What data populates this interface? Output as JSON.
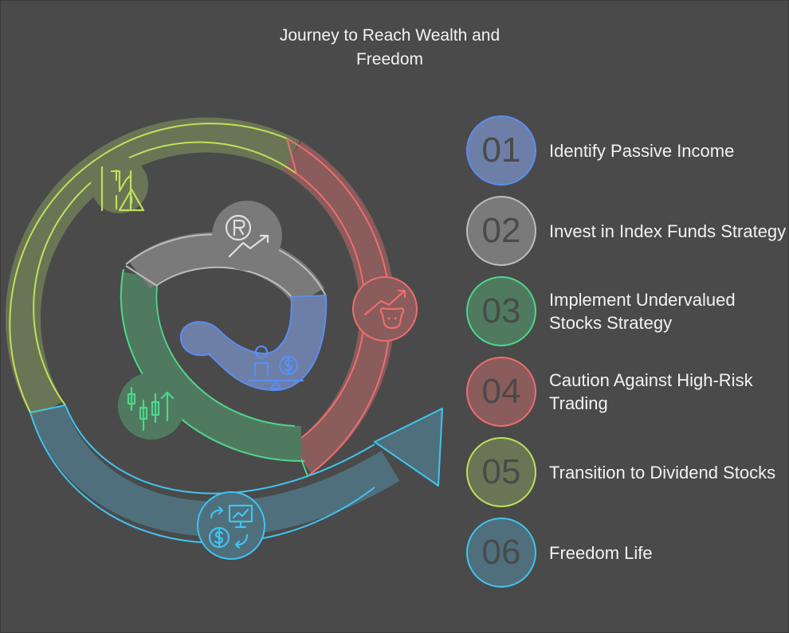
{
  "title": {
    "line1": "Journey to Reach Wealth and",
    "line2": "Freedom"
  },
  "steps": [
    {
      "number": "01",
      "label": "Identify Passive Income",
      "color": "#5b8def",
      "fill": "#6d7fa6"
    },
    {
      "number": "02",
      "label": "Invest in Index Funds Strategy",
      "color": "#bdbdbd",
      "fill": "#7a7a7a"
    },
    {
      "number": "03",
      "label": "Implement Undervalued Stocks Strategy",
      "color": "#4fd68a",
      "fill": "#4f7a60"
    },
    {
      "number": "04",
      "label": "Caution Against High-Risk Trading",
      "color": "#ef6d6d",
      "fill": "#8a5c5c"
    },
    {
      "number": "05",
      "label": "Transition to Dividend Stocks",
      "color": "#bfe05a",
      "fill": "#6a7556"
    },
    {
      "number": "06",
      "label": "Freedom Life",
      "color": "#3fc4ef",
      "fill": "#4f6f7c"
    }
  ],
  "icons": [
    "person-scale-dollar-icon",
    "rupee-growth-icon",
    "candlestick-chart-icon",
    "bull-market-icon",
    "risk-warning-icon",
    "money-exchange-icon"
  ]
}
